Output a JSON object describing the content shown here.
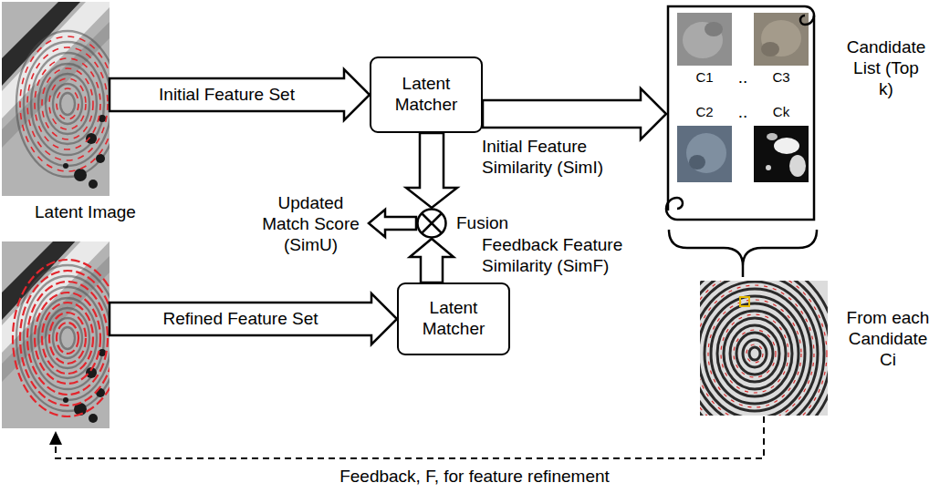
{
  "diagram": {
    "nodes": [
      {
        "text": [
          "Latent Image"
        ]
      },
      {
        "text": [
          "Latent Matcher"
        ]
      },
      {
        "text": [
          "Candidate List (Top k)"
        ]
      },
      {
        "text": [
          "C1"
        ],
        "in": 2
      },
      {
        "text": [
          "C3"
        ],
        "in": 2
      },
      {
        "text": [
          "C2"
        ],
        "in": 2
      },
      {
        "text": [
          "Ck"
        ],
        "in": 2
      },
      {
        "text": [
          "Fusion"
        ]
      },
      {
        "text": []
      },
      {
        "text": [
          "Latent Matcher"
        ]
      },
      {
        "text": [
          "From each Candidate Ci"
        ]
      }
    ],
    "edges": [
      {
        "from": 0,
        "to": 1,
        "arrow": "to",
        "label": "Initial Feature Set"
      },
      {
        "from": 1,
        "to": 2,
        "arrow": "to"
      },
      {
        "from": 1,
        "to": 7,
        "arrow": "to",
        "label": "Initial Feature Similarity (SimI)"
      },
      {
        "from": 9,
        "to": 7,
        "arrow": "to",
        "label": "Feedback Feature Similarity (SimF)"
      },
      {
        "from": 8,
        "to": 9,
        "arrow": "to",
        "label": "Refined Feature Set"
      },
      {
        "from": 10,
        "to": 8,
        "arrow": "to",
        "label": "Feedback, F, for feature refinement"
      }
    ],
    "labels": [
      "..",
      "..",
      "Updated Match Score (SimU)"
    ]
  }
}
